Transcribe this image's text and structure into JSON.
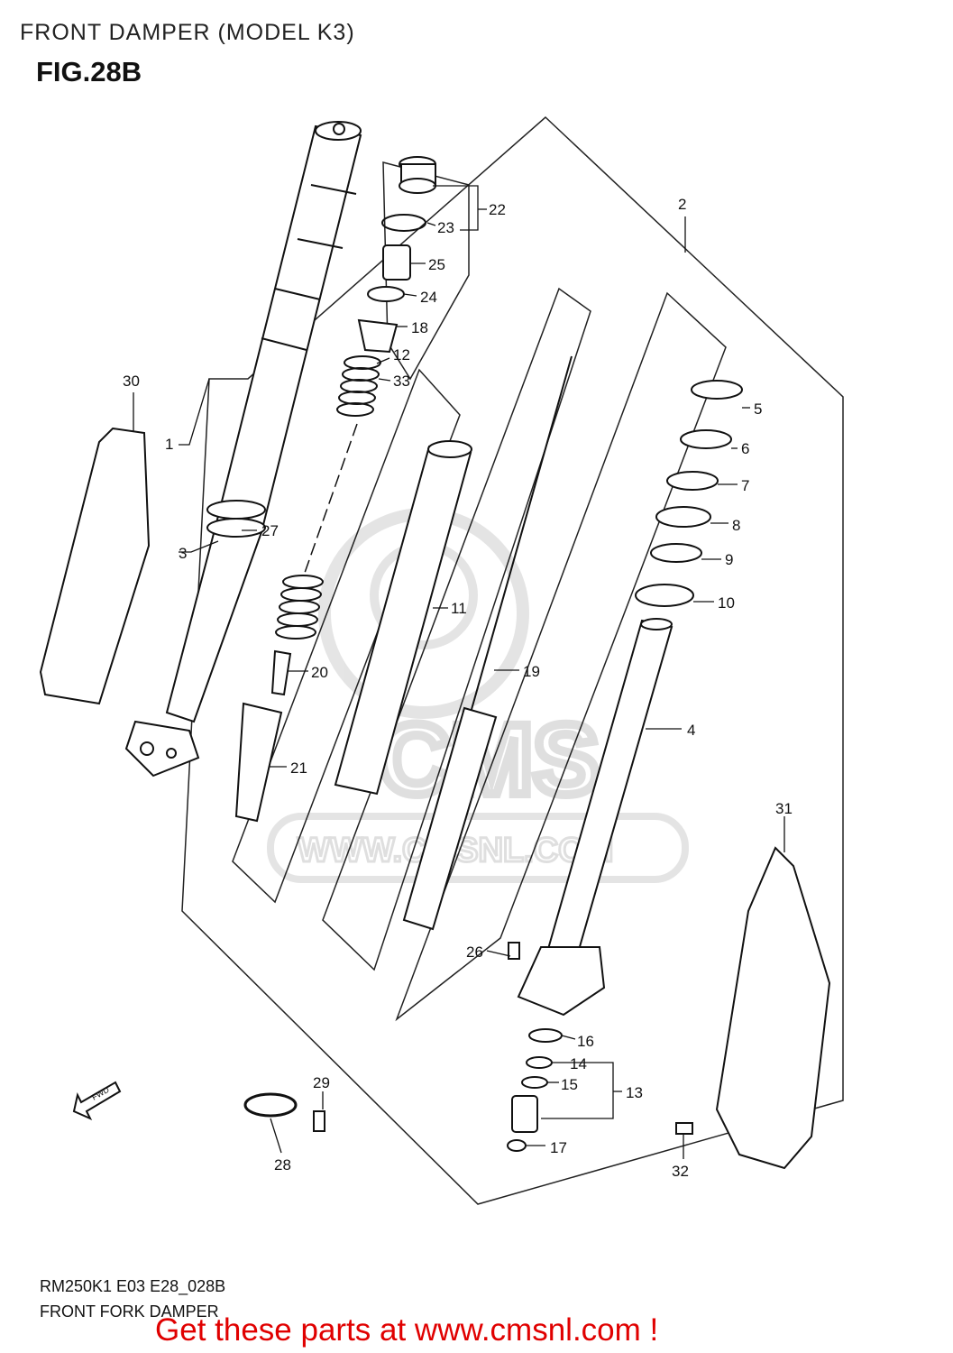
{
  "header": {
    "title": "FRONT DAMPER (MODEL K3)",
    "figure": "FIG.28B"
  },
  "watermark": {
    "text": "WWW.CMSNL.COM",
    "logo": "CMS"
  },
  "callouts": [
    "1",
    "2",
    "3",
    "4",
    "5",
    "6",
    "7",
    "8",
    "9",
    "10",
    "11",
    "12",
    "13",
    "14",
    "15",
    "16",
    "17",
    "18",
    "19",
    "20",
    "21",
    "22",
    "23",
    "24",
    "25",
    "26",
    "27",
    "28",
    "29",
    "30",
    "31",
    "32",
    "33"
  ],
  "direction_label": "FWD",
  "footer": {
    "code": "RM250K1 E03 E28_028B",
    "name": "FRONT FORK DAMPER"
  },
  "cta": {
    "text": "Get these parts at www.cmsnl.com !",
    "color": "#e00000"
  }
}
